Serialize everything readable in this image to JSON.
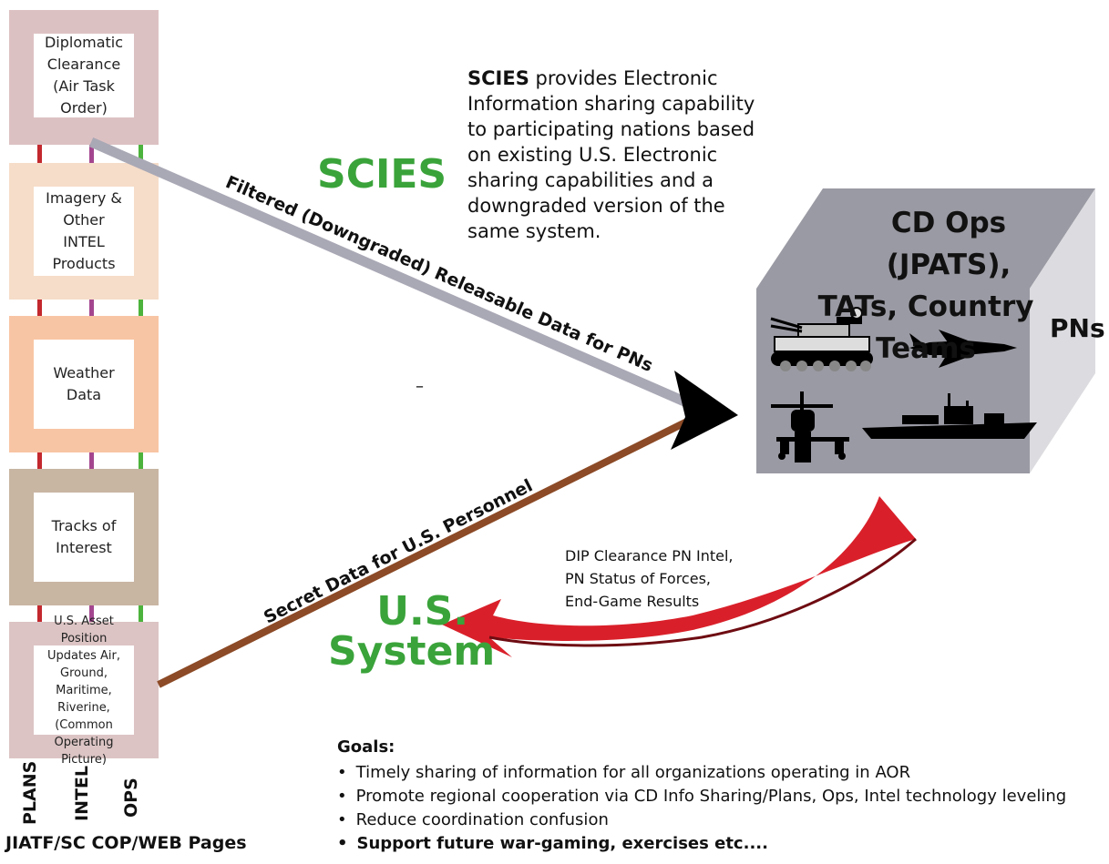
{
  "pages": {
    "items": [
      {
        "label": "Diplomatic Clearance (Air Task Order)",
        "lines": [
          "Diplomatic",
          "Clearance",
          "(Air Task Order)"
        ],
        "color": "#dcc1c3"
      },
      {
        "label": "Imagery & Other INTEL Products",
        "lines": [
          "Imagery & Other",
          "INTEL Products"
        ],
        "color": "#f6ddc9"
      },
      {
        "label": "Weather Data",
        "lines": [
          "Weather",
          "Data"
        ],
        "color": "#f8c5a4"
      },
      {
        "label": "Tracks of Interest",
        "lines": [
          "Tracks of",
          "Interest"
        ],
        "color": "#c8b5a2"
      },
      {
        "label": "U.S. Asset Position Updates Air, Ground, Maritime, Riverine, (Common Operating Picture)",
        "lines": [
          "U.S. Asset Position",
          "Updates Air, Ground,",
          "Maritime, Riverine,",
          "(Common Operating",
          "Picture)"
        ],
        "color": "#dcc4c4"
      }
    ],
    "caption": "JIATF/SC COP/WEB Pages"
  },
  "wires": [
    {
      "label": "PLANS",
      "color": "#c3282e"
    },
    {
      "label": "INTEL",
      "color": "#a4468f"
    },
    {
      "label": "OPS",
      "color": "#4cb33c"
    }
  ],
  "scies": {
    "title": "SCIES",
    "bold": "SCIES",
    "lines": [
      " provides Electronic",
      "Information sharing capability",
      "to participating nations based",
      "on existing U.S. Electronic",
      "sharing capabilities and a",
      "downgraded version of the",
      "same system."
    ],
    "flow": "Filtered (Downgraded) Releasable Data for PNs",
    "flow_color": "#a9a8b5"
  },
  "us": {
    "title_line1": "U.S.",
    "title_line2": "System",
    "flow": "Secret Data for U.S. Personnel",
    "flow_color": "#8c4a26"
  },
  "dash": "–",
  "block": {
    "top_line1": "CD Ops (JPATS),",
    "top_line2": "TATs, Country Teams",
    "side": "PNs",
    "icons": [
      "tank-icon",
      "jet-icon",
      "helicopter-icon",
      "ship-icon"
    ]
  },
  "return": {
    "lines": [
      "DIP Clearance PN Intel,",
      "PN Status of Forces,",
      "End-Game Results"
    ],
    "color": "#d9202a"
  },
  "goals": {
    "title": "Goals:",
    "items": [
      "Timely sharing of information for all organizations operating in AOR",
      "Promote regional cooperation via CD Info Sharing/Plans, Ops, Intel technology leveling",
      "Reduce coordination confusion",
      "Support future war-gaming, exercises etc...."
    ]
  }
}
